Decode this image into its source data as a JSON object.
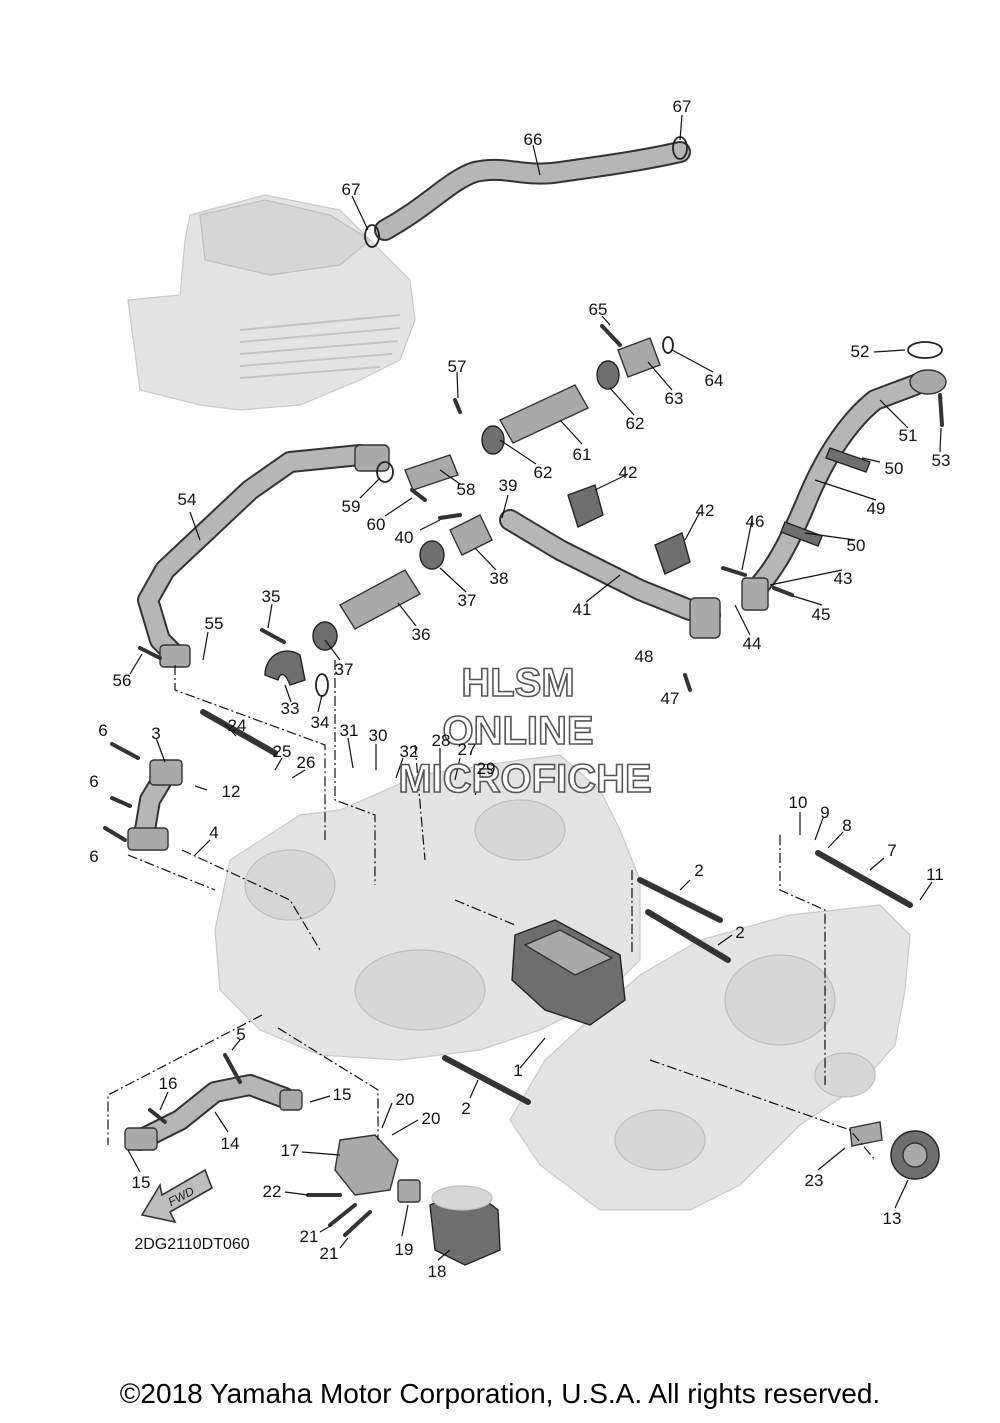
{
  "diagram": {
    "code": "2DG2110DT060",
    "fwd_label": "FWD",
    "watermark": [
      "HLSM",
      "ONLINE",
      "MICROFICHE"
    ],
    "copyright": "©2018 Yamaha Motor Corporation, U.S.A. All rights reserved.",
    "callouts": [
      {
        "n": "1"
      },
      {
        "n": "2"
      },
      {
        "n": "2"
      },
      {
        "n": "2"
      },
      {
        "n": "3"
      },
      {
        "n": "4"
      },
      {
        "n": "5"
      },
      {
        "n": "6"
      },
      {
        "n": "6"
      },
      {
        "n": "6"
      },
      {
        "n": "7"
      },
      {
        "n": "8"
      },
      {
        "n": "9"
      },
      {
        "n": "10"
      },
      {
        "n": "11"
      },
      {
        "n": "12"
      },
      {
        "n": "13"
      },
      {
        "n": "14"
      },
      {
        "n": "15"
      },
      {
        "n": "15"
      },
      {
        "n": "16"
      },
      {
        "n": "17"
      },
      {
        "n": "18"
      },
      {
        "n": "19"
      },
      {
        "n": "20"
      },
      {
        "n": "20"
      },
      {
        "n": "21"
      },
      {
        "n": "21"
      },
      {
        "n": "22"
      },
      {
        "n": "23"
      },
      {
        "n": "24"
      },
      {
        "n": "25"
      },
      {
        "n": "26"
      },
      {
        "n": "27"
      },
      {
        "n": "28"
      },
      {
        "n": "29"
      },
      {
        "n": "30"
      },
      {
        "n": "31"
      },
      {
        "n": "32"
      },
      {
        "n": "33"
      },
      {
        "n": "34"
      },
      {
        "n": "35"
      },
      {
        "n": "36"
      },
      {
        "n": "37"
      },
      {
        "n": "37"
      },
      {
        "n": "38"
      },
      {
        "n": "39"
      },
      {
        "n": "40"
      },
      {
        "n": "41"
      },
      {
        "n": "42"
      },
      {
        "n": "42"
      },
      {
        "n": "43"
      },
      {
        "n": "44"
      },
      {
        "n": "45"
      },
      {
        "n": "46"
      },
      {
        "n": "47"
      },
      {
        "n": "48"
      },
      {
        "n": "49"
      },
      {
        "n": "50"
      },
      {
        "n": "50"
      },
      {
        "n": "51"
      },
      {
        "n": "52"
      },
      {
        "n": "53"
      },
      {
        "n": "54"
      },
      {
        "n": "55"
      },
      {
        "n": "56"
      },
      {
        "n": "57"
      },
      {
        "n": "58"
      },
      {
        "n": "59"
      },
      {
        "n": "60"
      },
      {
        "n": "61"
      },
      {
        "n": "62"
      },
      {
        "n": "62"
      },
      {
        "n": "63"
      },
      {
        "n": "64"
      },
      {
        "n": "65"
      },
      {
        "n": "66"
      },
      {
        "n": "67"
      },
      {
        "n": "67"
      }
    ]
  }
}
